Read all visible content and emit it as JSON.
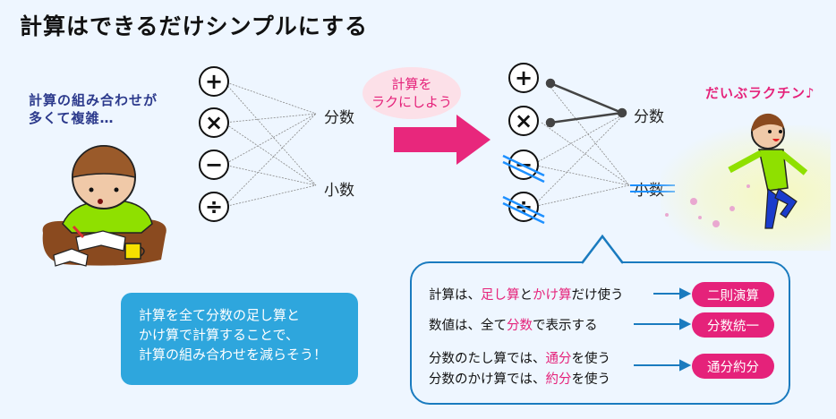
{
  "title": "計算はできるだけシンプルにする",
  "left_panel": {
    "caption_lines": [
      "計算の組み合わせが",
      "多くて複雑…"
    ],
    "illustration": "worried-student-studying-icon"
  },
  "before_diagram": {
    "operators": [
      {
        "symbol": "+",
        "name": "plus"
      },
      {
        "symbol": "×",
        "name": "times"
      },
      {
        "symbol": "−",
        "name": "minus"
      },
      {
        "symbol": "÷",
        "name": "divide"
      }
    ],
    "number_types": [
      "分数",
      "小数"
    ]
  },
  "transition": {
    "bubble_lines": [
      "計算を",
      "ラクにしよう"
    ]
  },
  "after_diagram": {
    "operators": [
      {
        "symbol": "+",
        "name": "plus",
        "crossed_out": false
      },
      {
        "symbol": "×",
        "name": "times",
        "crossed_out": false
      },
      {
        "symbol": "−",
        "name": "minus",
        "crossed_out": true
      },
      {
        "symbol": "÷",
        "name": "divide",
        "crossed_out": true
      }
    ],
    "number_types": [
      {
        "label": "分数",
        "crossed_out": false
      },
      {
        "label": "小数",
        "crossed_out": true
      }
    ]
  },
  "right_panel": {
    "caption": "だいぶラクチン♪",
    "illustration": "happy-running-person-icon"
  },
  "summary_box": {
    "lines": [
      "計算を全て分数の足し算と",
      "かけ算で計算することで、",
      "計算の組み合わせを減らそう！"
    ]
  },
  "rules_box": {
    "rows": [
      {
        "segments": [
          {
            "text": "計算は、",
            "highlight": false
          },
          {
            "text": "足し算",
            "highlight": true
          },
          {
            "text": "と",
            "highlight": false
          },
          {
            "text": "かけ算",
            "highlight": true
          },
          {
            "text": "だけ使う",
            "highlight": false
          }
        ],
        "tag": "二則演算"
      },
      {
        "segments": [
          {
            "text": "数値は、全て",
            "highlight": false
          },
          {
            "text": "分数",
            "highlight": true
          },
          {
            "text": "で表示する",
            "highlight": false
          }
        ],
        "tag": "分数統一"
      },
      {
        "segments_line1": [
          {
            "text": "分数のたし算では、",
            "highlight": false
          },
          {
            "text": "通分",
            "highlight": true
          },
          {
            "text": "を使う",
            "highlight": false
          }
        ],
        "segments_line2": [
          {
            "text": "分数のかけ算では、",
            "highlight": false
          },
          {
            "text": "約分",
            "highlight": true
          },
          {
            "text": "を使う",
            "highlight": false
          }
        ],
        "tag": "通分約分"
      }
    ]
  },
  "colors": {
    "background": "#eef6ff",
    "accent_pink": "#e5227a",
    "accent_blue": "#1a7bbf",
    "summary_blue": "#2ea6dd",
    "strike_blue": "#1e90ff",
    "caption_navy": "#2c3a8c"
  }
}
